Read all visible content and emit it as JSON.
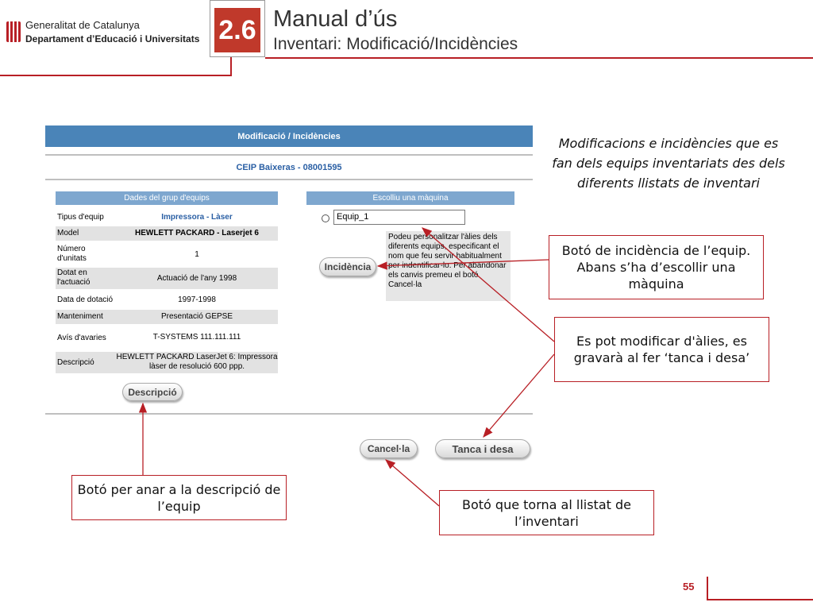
{
  "header": {
    "org_line1": "Generalitat de Catalunya",
    "org_line2": "Departament d’Educació i Universitats",
    "section_number": "2.6",
    "title": "Manual d’ús",
    "subtitle": "Inventari: Modificació/Incidències"
  },
  "form": {
    "title": "Modificació / Incidències",
    "school": "CEIP Baixeras - 08001595",
    "group_header": "Dades del grup d'equips",
    "machine_header": "Escolliu una màquina",
    "rows": [
      {
        "label": "Tipus d'equip",
        "value": "Impressora - Làser"
      },
      {
        "label": "Model",
        "value": "HEWLETT PACKARD - Laserjet 6"
      },
      {
        "label": "Número d'unitats",
        "value": "1"
      },
      {
        "label": "Dotat en l'actuació",
        "value": "Actuació de l'any 1998"
      },
      {
        "label": "Data de dotació",
        "value": "1997-1998"
      },
      {
        "label": "Manteniment",
        "value": "Presentació GEPSE"
      },
      {
        "label": "Avís d'avaries",
        "value": "T-SYSTEMS 111.111.111"
      },
      {
        "label": "Descripció",
        "value": "HEWLETT PACKARD LaserJet 6: Impressora làser de resolució 600 ppp."
      }
    ],
    "alias_value": "Equip_1",
    "alias_note": "Podeu personalitzar l'àlies dels diferents equips, especificant el nom que feu servir habitualment per indentificar-lo. Per abandonar els canvis premeu el botó Cancel·la",
    "incidence_button": "Incidència",
    "description_button": "Descripció",
    "cancel_button": "Cancel·la",
    "save_button": "Tanca i desa"
  },
  "annotations": {
    "intro": "Modificacions e incidències que es fan dels equips inventariats des dels diferents llistats de inventari",
    "incidence": "Botó de incidència de l’equip. Abans s’ha d’escollir una màquina",
    "alias": "Es pot modificar d'àlies, es gravarà al fer ‘tanca i desa’",
    "description": "Botó per anar a la descripció de l’equip",
    "cancel": "Botó que torna al llistat de l’inventari"
  },
  "footer": {
    "page_number": "55"
  },
  "colors": {
    "accent": "#b81f25",
    "form_blue": "#4a84b8",
    "school_blue": "#2a5fa4"
  }
}
